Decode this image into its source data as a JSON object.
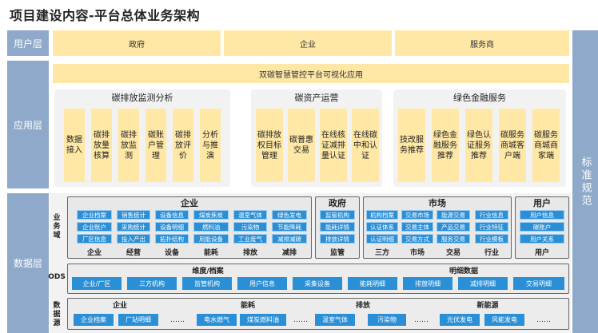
{
  "title": "项目建设内容-平台总体业务架构",
  "layers": {
    "user": "用户层",
    "app": "应用层",
    "data": "数据层"
  },
  "side_label": "标准规范",
  "user_layer": [
    "政府",
    "企业",
    "服务商"
  ],
  "app_banner": "双碳智慧管控平台可视化应用",
  "panels": [
    {
      "title": "碳排放监测分析",
      "items": [
        "数据接入",
        "碳排放量核算",
        "碳排放监测",
        "碳账户管理",
        "碳排放评价",
        "分析与推演"
      ]
    },
    {
      "title": "碳资产运营",
      "items": [
        "碳排放权目标管理",
        "碳普惠交易",
        "在线核证减排量认证",
        "在线碳中和认证"
      ]
    },
    {
      "title": "绿色金融服务",
      "items": [
        "技改服务推荐",
        "绿色金融服务推荐",
        "绿色认证服务推荐",
        "碳服务商城客户端",
        "碳服务商城商家端"
      ]
    }
  ],
  "domain_label": "业务域",
  "ods_label": "ODS",
  "source_label": "数据源",
  "domains": {
    "enterprise": {
      "title": "企业",
      "rows": [
        [
          "企业档案",
          "销售统计",
          "设备信息",
          "煤炭焦炭",
          "温室气体",
          "绿色发电"
        ],
        [
          "企业账户",
          "采购统计",
          "设备明细",
          "燃料油",
          "污染物",
          "节能降耗"
        ],
        [
          "厂区信息",
          "投入产出",
          "拓扑结构",
          "用能设备",
          "工业废气",
          "减排减碳"
        ]
      ],
      "subs": [
        "企业",
        "经营",
        "设备",
        "能耗",
        "排放",
        "减排"
      ]
    },
    "government": {
      "title": "政府",
      "items": [
        "监管机构",
        "能耗详情",
        "排放详情"
      ],
      "sub": "监管"
    },
    "market": {
      "title": "市场",
      "rows": [
        [
          "机构档案",
          "交易市场",
          "能源交易",
          "行业信息"
        ],
        [
          "认证体系",
          "交易主体",
          "产品交易",
          "行业特征"
        ],
        [
          "认证明细",
          "交易方式",
          "服务交易",
          "行业模板"
        ]
      ],
      "subs": [
        "三方",
        "市场",
        "交易",
        "行业"
      ]
    },
    "user": {
      "title": "用户",
      "items": [
        "用户信息",
        "碳账户",
        "用户关系"
      ],
      "sub": "用户"
    }
  },
  "ods": {
    "dim_title": "维度/档案",
    "detail_title": "明细数据",
    "items": [
      "企业/厂区",
      "三方机构",
      "监管机构",
      "用户信息",
      "采集设备",
      "能耗明细",
      "排放明细",
      "减排明细",
      "交易明细"
    ]
  },
  "sources": {
    "headers": [
      "企业",
      "能耗",
      "排放",
      "新能源"
    ],
    "items": [
      "企业档案",
      "厂站明细",
      "……",
      "电水燃气",
      "煤炭燃料油",
      "……",
      "温室气体",
      "污染物",
      "……",
      "光伏发电",
      "风能发电",
      "……"
    ]
  }
}
